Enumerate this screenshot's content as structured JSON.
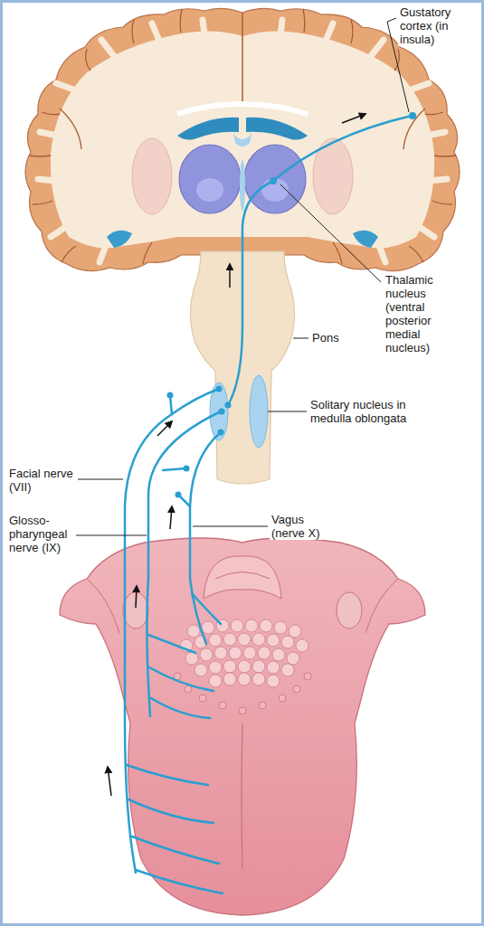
{
  "diagram": {
    "labels": [
      "Gustatory cortex (in insula)",
      "Thalamic nucleus (ventral posterior medial nucleus)",
      "Pons",
      "Solitary nucleus in medulla oblongata",
      "Facial nerve (VII)",
      "Glosso-pharyngeal nerve (IX)",
      "Vagus (nerve X)"
    ]
  }
}
